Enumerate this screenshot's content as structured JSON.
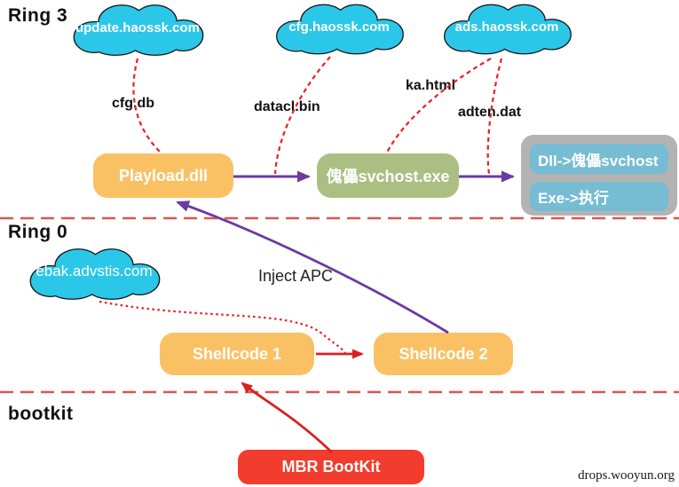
{
  "sections": {
    "ring3": "Ring 3",
    "ring0": "Ring 0",
    "bootkit": "bootkit"
  },
  "clouds": [
    {
      "id": "update-server",
      "label": "update.haossk.com"
    },
    {
      "id": "cfg-server",
      "label": "cfg.haossk.com"
    },
    {
      "id": "ads-server",
      "label": "ads.haossk.com"
    },
    {
      "id": "ebak-server",
      "label": "ebak.advstis.com"
    }
  ],
  "nodes": {
    "playload": {
      "label": "Playload.dll"
    },
    "svchost": {
      "label": "傀儡svchost.exe"
    },
    "dll_action": {
      "label": "Dll->傀儡svchost"
    },
    "exe_action": {
      "label": "Exe->执行"
    },
    "shellcode1": {
      "label": "Shellcode 1"
    },
    "shellcode2": {
      "label": "Shellcode 2"
    },
    "mbr": {
      "label": "MBR BootKit"
    }
  },
  "edge_labels": {
    "cfg_db": "cfg.db",
    "datacl_bin": "datacl.bin",
    "ka_html": "ka.html",
    "adten_dat": "adten.dat",
    "inject_apc": "Inject APC"
  },
  "edges": [
    {
      "from": "update.haossk.com",
      "to": "Playload.dll",
      "label": "cfg.db",
      "style": "red-dashed"
    },
    {
      "from": "cfg.haossk.com",
      "to": "Playload.dll->傀儡svchost.exe arrow",
      "label": "datacl.bin",
      "style": "red-dashed"
    },
    {
      "from": "ads.haossk.com",
      "to": "傀儡svchost.exe",
      "label": "ka.html",
      "style": "red-dashed"
    },
    {
      "from": "ads.haossk.com",
      "to": "傀儡svchost.exe->actions arrow",
      "label": "adten.dat",
      "style": "red-dashed"
    },
    {
      "from": "Playload.dll",
      "to": "傀儡svchost.exe",
      "label": "",
      "style": "purple-solid"
    },
    {
      "from": "傀儡svchost.exe",
      "to": "actions panel",
      "label": "",
      "style": "purple-solid"
    },
    {
      "from": "Shellcode 2",
      "to": "Playload.dll",
      "label": "Inject APC",
      "style": "purple-solid"
    },
    {
      "from": "ebak.advstis.com",
      "to": "Shellcode 1->Shellcode 2 arrow",
      "label": "",
      "style": "red-dotted"
    },
    {
      "from": "Shellcode 1",
      "to": "Shellcode 2",
      "label": "",
      "style": "red-solid"
    },
    {
      "from": "MBR BootKit",
      "to": "Shellcode 1",
      "label": "",
      "style": "red-solid-curve"
    }
  ],
  "watermark": {
    "text": "drops.wooyun.org"
  },
  "colors": {
    "cloud_fill": "#2BC7E9",
    "cloud_stroke": "#141414",
    "orange_box": "#FAC164",
    "green_box": "#ABBF82",
    "gray_panel": "#B3B3B3",
    "blue_box": "#76BCD2",
    "red_box": "#F23C2D",
    "purple_arrow": "#6B3AA4",
    "red_arrow": "#D8201F",
    "red_dashed": "#EE1C25",
    "separator_red": "#E2534E",
    "background": "#FFFFFF"
  }
}
